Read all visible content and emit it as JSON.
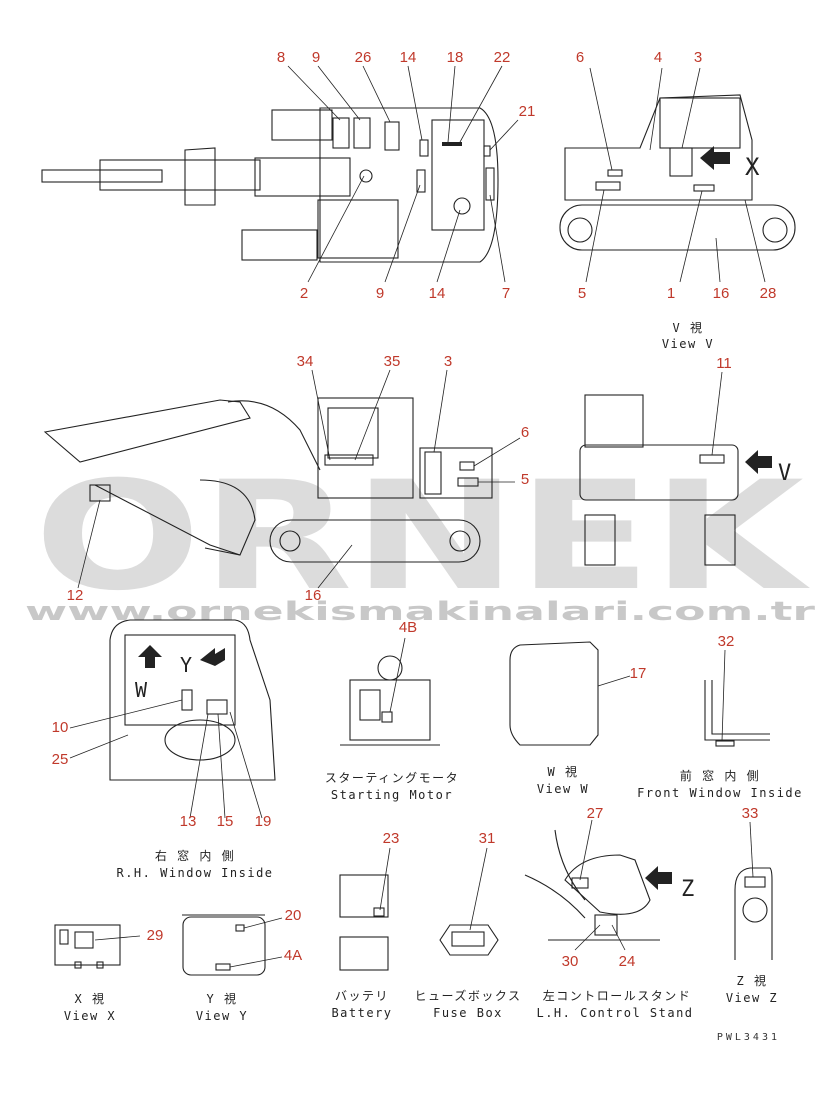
{
  "watermark": {
    "brand": "ORNEK",
    "url": "www.ornekismakinalari.com.tr"
  },
  "drawing_code": "PWL3431",
  "colors": {
    "callout": "#c0392b",
    "line": "#222222",
    "watermark": "#dcdcdc"
  },
  "views": {
    "top": {
      "labels": [
        "8",
        "9",
        "26",
        "14",
        "18",
        "22",
        "21",
        "2",
        "9",
        "14",
        "7"
      ]
    },
    "side_v": {
      "labels": [
        "6",
        "4",
        "3",
        "5",
        "1",
        "16",
        "28"
      ],
      "marker": "X",
      "caption_jp": "V 視",
      "caption_en": "View V"
    },
    "side_left": {
      "labels": [
        "34",
        "35",
        "3",
        "6",
        "5",
        "12",
        "16"
      ]
    },
    "rear": {
      "labels": [
        "11"
      ],
      "marker": "V"
    },
    "cab_rh": {
      "labels": [
        "10",
        "25",
        "13",
        "15",
        "19"
      ],
      "marker_w": "W",
      "marker_y": "Y",
      "caption_jp": "右 窓 内 側",
      "caption_en": "R.H. Window Inside"
    },
    "starting_motor": {
      "labels": [
        "4B"
      ],
      "caption_jp": "スターティングモータ",
      "caption_en": "Starting Motor"
    },
    "view_w": {
      "labels": [
        "17"
      ],
      "caption_jp": "W 視",
      "caption_en": "View W"
    },
    "front_window": {
      "labels": [
        "32"
      ],
      "caption_jp": "前 窓 内 側",
      "caption_en": "Front Window Inside"
    },
    "view_x": {
      "labels": [
        "29"
      ],
      "caption_jp": "X 視",
      "caption_en": "View X"
    },
    "view_y": {
      "labels": [
        "20",
        "4A"
      ],
      "caption_jp": "Y 視",
      "caption_en": "View Y"
    },
    "battery": {
      "labels": [
        "23"
      ],
      "caption_jp": "バッテリ",
      "caption_en": "Battery"
    },
    "fuse_box": {
      "labels": [
        "31"
      ],
      "caption_jp": "ヒューズボックス",
      "caption_en": "Fuse Box"
    },
    "control_stand": {
      "labels": [
        "27",
        "30",
        "24"
      ],
      "marker": "Z",
      "caption_jp": "左コントロールスタンド",
      "caption_en": "L.H. Control Stand"
    },
    "view_z": {
      "labels": [
        "33"
      ],
      "caption_jp": "Z 視",
      "caption_en": "View Z"
    }
  }
}
